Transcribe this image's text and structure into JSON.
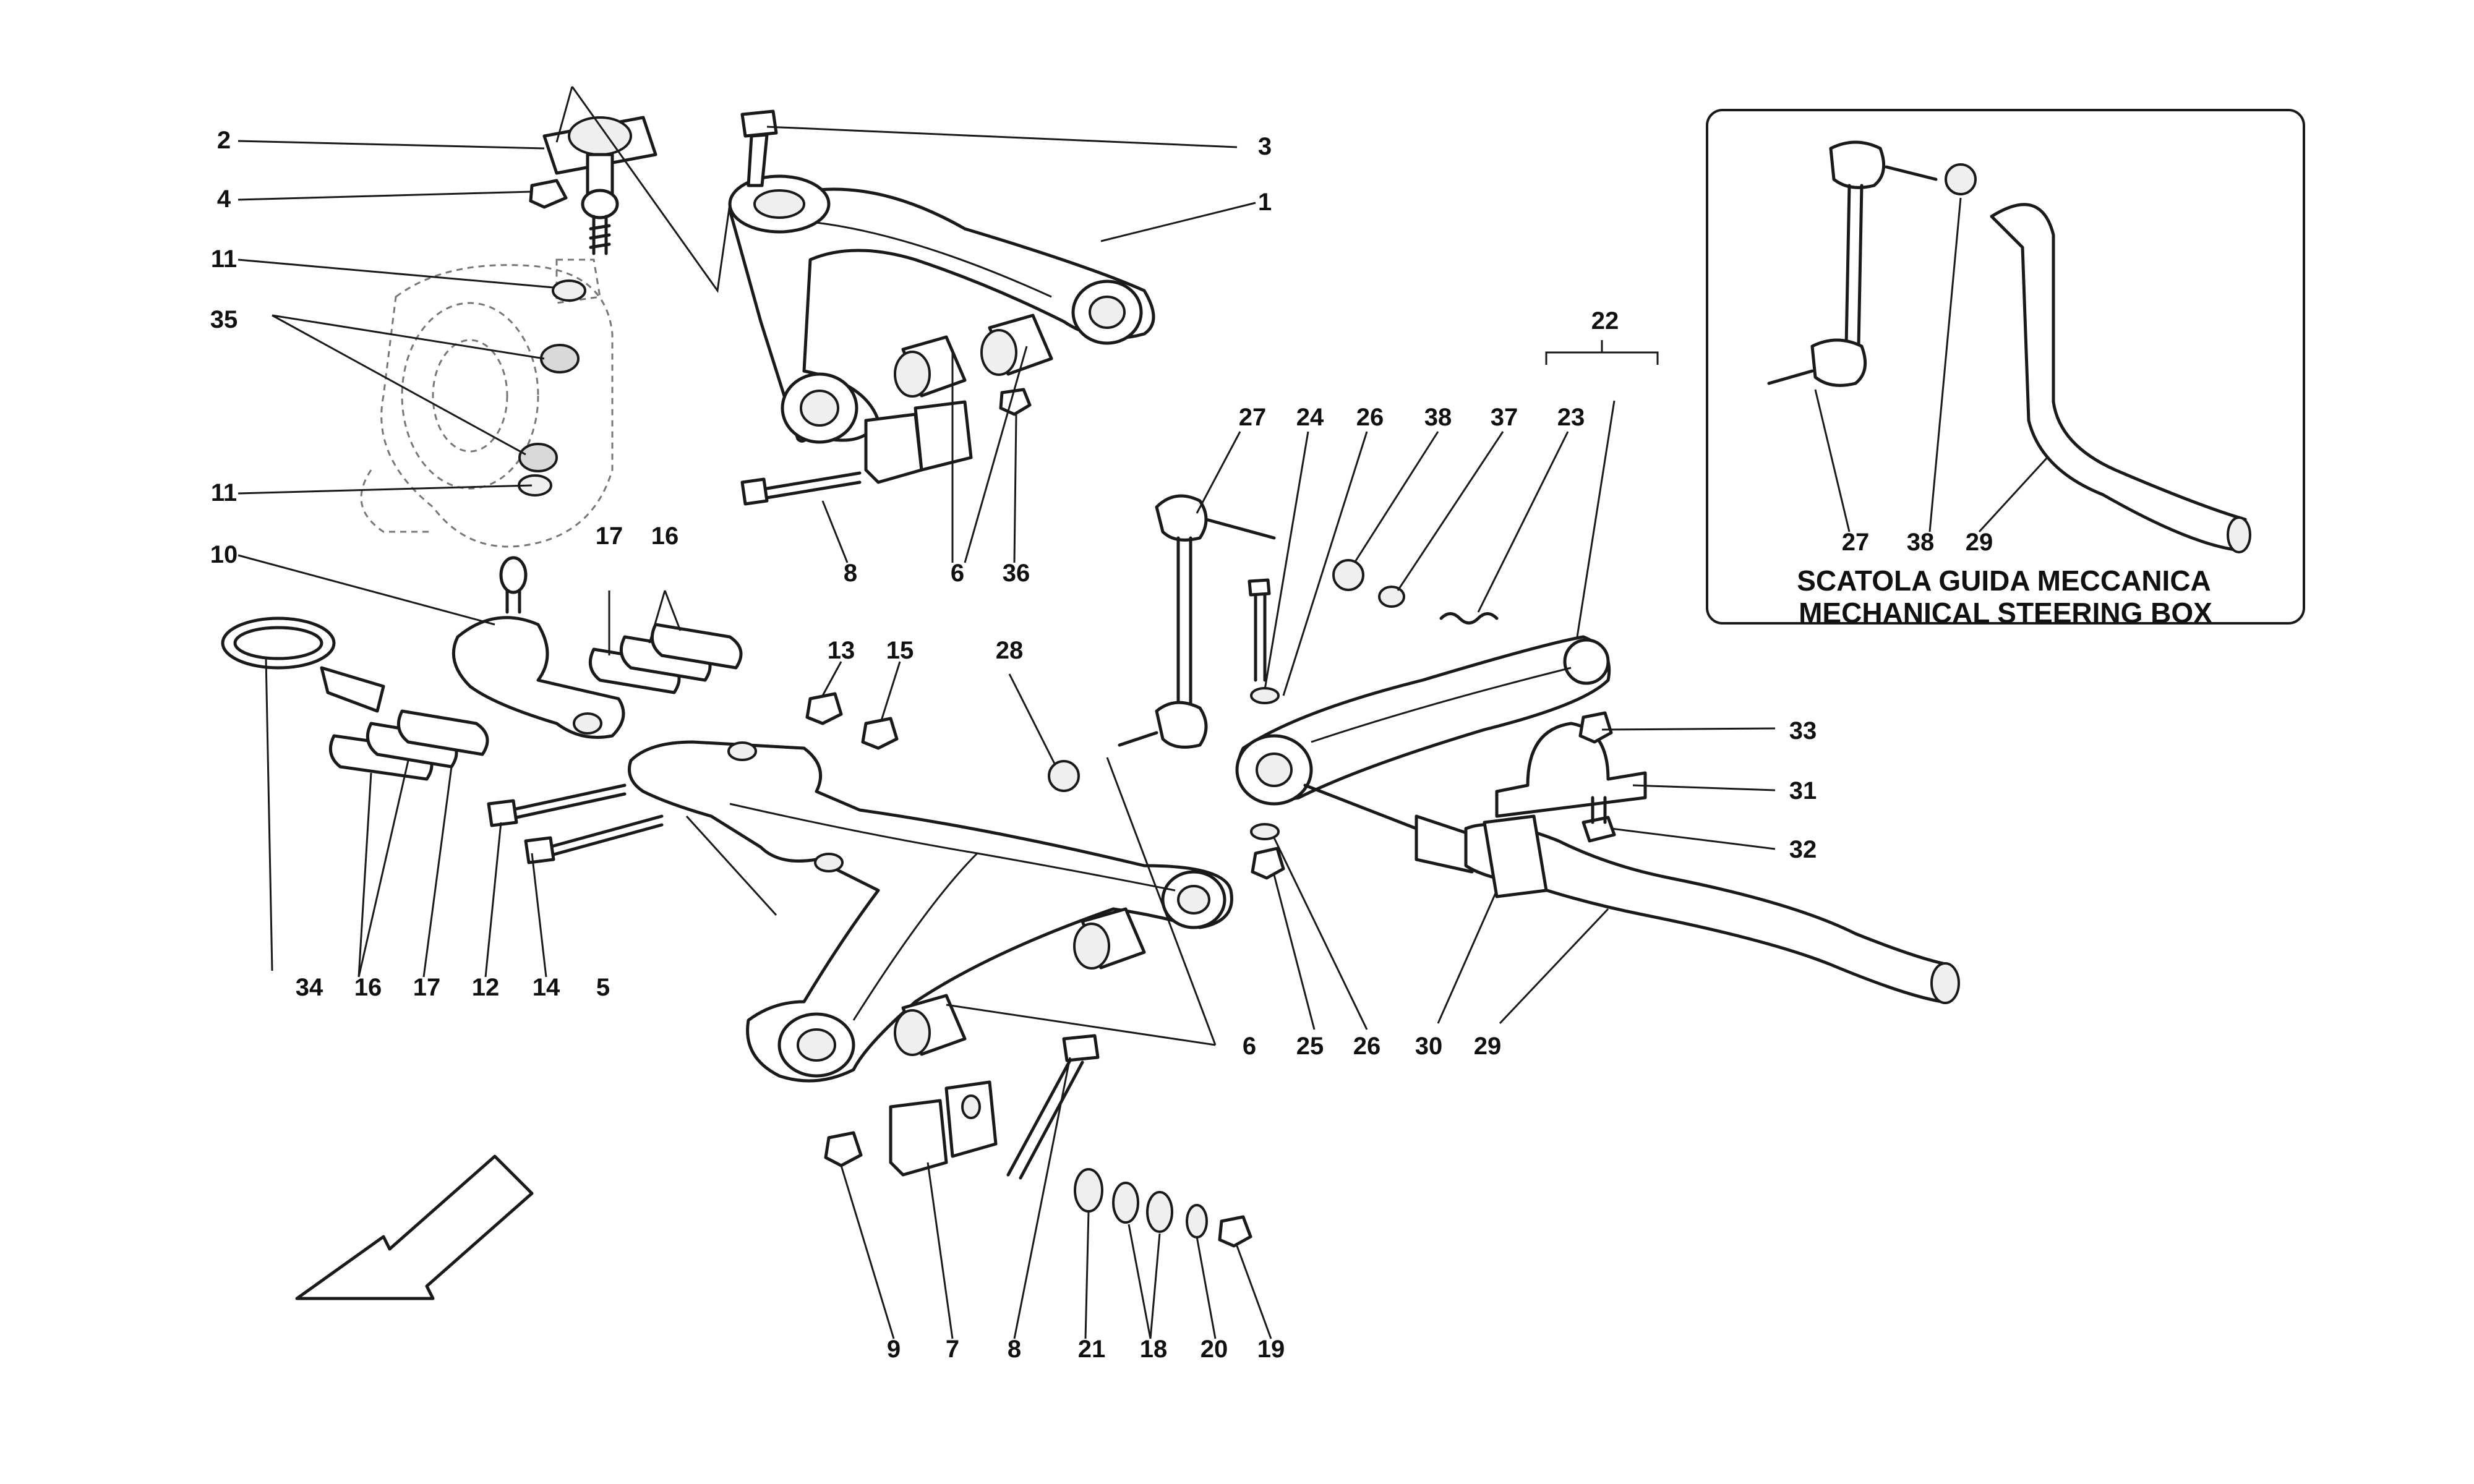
{
  "inset": {
    "line1": "SCATOLA GUIDA MECCANICA",
    "line2": "MECHANICAL STEERING BOX",
    "labels": {
      "a": "27",
      "b": "38",
      "c": "29"
    }
  },
  "labels": {
    "l1": "1",
    "l2": "2",
    "l3": "3",
    "l4": "4",
    "l5": "5",
    "l6a": "6",
    "l6b": "6",
    "l7": "7",
    "l8a": "8",
    "l8b": "8",
    "l9": "9",
    "l10": "10",
    "l11a": "11",
    "l11b": "11",
    "l12": "12",
    "l13": "13",
    "l14": "14",
    "l15": "15",
    "l16a": "16",
    "l16b": "16",
    "l17a": "17",
    "l17b": "17",
    "l18": "18",
    "l19": "19",
    "l20": "20",
    "l21": "21",
    "l22": "22",
    "l23": "23",
    "l24": "24",
    "l25": "25",
    "l26a": "26",
    "l26b": "26",
    "l27": "27",
    "l28": "28",
    "l29": "29",
    "l30": "30",
    "l31": "31",
    "l32": "32",
    "l33": "33",
    "l34": "34",
    "l35": "35",
    "l36": "36",
    "l37": "37",
    "l38": "38"
  },
  "icons": {
    "direction": "front-direction-arrow-icon"
  }
}
